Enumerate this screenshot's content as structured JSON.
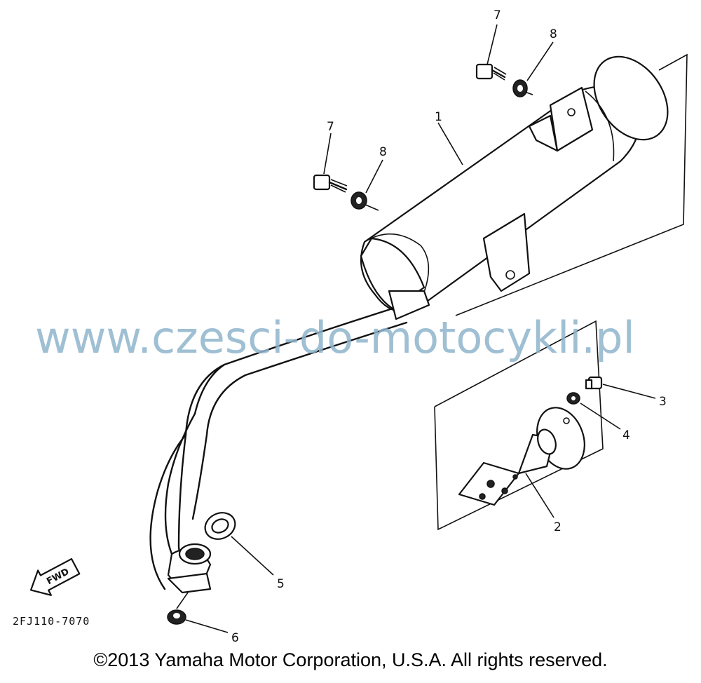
{
  "diagram": {
    "callouts": {
      "c1": "1",
      "c2": "2",
      "c3": "3",
      "c4": "4",
      "c5": "5",
      "c6": "6",
      "c7a": "7",
      "c7b": "7",
      "c8a": "8",
      "c8b": "8"
    },
    "fwd_label": "FWD",
    "drawing_code": "2FJ110-7070"
  },
  "watermark": "www.czesci-do-motocykli.pl",
  "copyright": "©2013 Yamaha Motor Corporation, U.S.A. All rights reserved."
}
